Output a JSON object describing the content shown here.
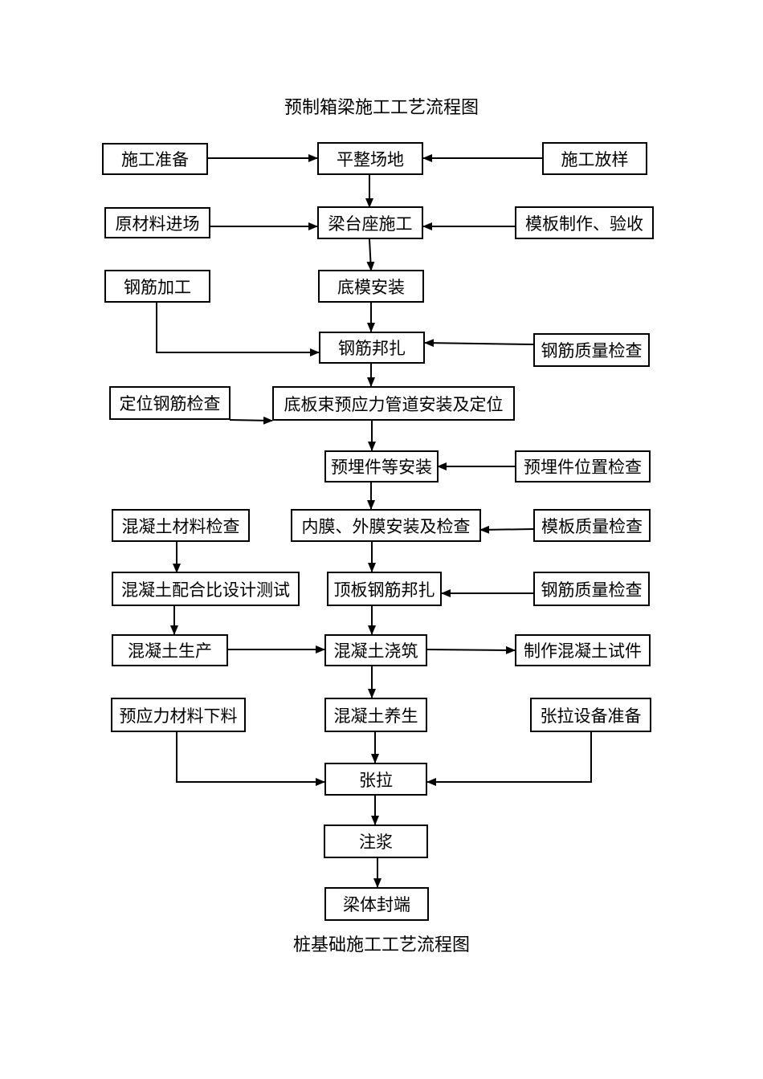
{
  "titles": {
    "top": "预制箱梁施工工艺流程图",
    "bottom": "桩基础施工工艺流程图"
  },
  "nodes": {
    "shigong_zhunbei": "施工准备",
    "pingzheng_changdi": "平整场地",
    "shigong_fangyang": "施工放样",
    "yuancailiao_jinchang": "原材料进场",
    "liangtaizuo_shigong": "梁台座施工",
    "muban_zhizuo_yanshou": "模板制作、验收",
    "gangjin_jiagong": "钢筋加工",
    "dimo_anzhuang": "底模安装",
    "gangjin_bangzha": "钢筋邦扎",
    "gangjin_zhiliang_jiancha_1": "钢筋质量检查",
    "dingwei_gangjin_jiancha": "定位钢筋检查",
    "diban_guandao": "底板束预应力管道安装及定位",
    "yumaijian_anzhuang": "预埋件等安装",
    "yumaijian_jiancha": "预埋件位置检查",
    "hunningtu_cailiao_jiancha": "混凝土材料检查",
    "neimo_waimo": "内膜、外膜安装及检查",
    "muban_zhiliang_jiancha": "模板质量检查",
    "peihebi_sheji": "混凝土配合比设计测试",
    "dingban_gangjin": "顶板钢筋邦扎",
    "gangjin_zhiliang_jiancha_2": "钢筋质量检查",
    "hunningtu_shengchan": "混凝土生产",
    "hunningtu_jiaozhu": "混凝土浇筑",
    "zhizuo_shijian": "制作混凝土试件",
    "yuyingli_xialiao": "预应力材料下料",
    "hunningtu_yangsheng": "混凝土养生",
    "zhangla_shebei": "张拉设备准备",
    "zhangla": "张拉",
    "zhujiang": "注浆",
    "liangti_fengduan": "梁体封端"
  },
  "edges": [
    [
      "shigong_zhunbei",
      "pingzheng_changdi"
    ],
    [
      "shigong_fangyang",
      "pingzheng_changdi"
    ],
    [
      "pingzheng_changdi",
      "liangtaizuo_shigong"
    ],
    [
      "yuancailiao_jinchang",
      "liangtaizuo_shigong"
    ],
    [
      "muban_zhizuo_yanshou",
      "liangtaizuo_shigong"
    ],
    [
      "liangtaizuo_shigong",
      "dimo_anzhuang"
    ],
    [
      "dimo_anzhuang",
      "gangjin_bangzha"
    ],
    [
      "gangjin_jiagong",
      "gangjin_bangzha"
    ],
    [
      "gangjin_zhiliang_jiancha_1",
      "gangjin_bangzha"
    ],
    [
      "gangjin_bangzha",
      "diban_guandao"
    ],
    [
      "dingwei_gangjin_jiancha",
      "diban_guandao"
    ],
    [
      "diban_guandao",
      "yumaijian_anzhuang"
    ],
    [
      "yumaijian_jiancha",
      "yumaijian_anzhuang"
    ],
    [
      "yumaijian_anzhuang",
      "neimo_waimo"
    ],
    [
      "muban_zhiliang_jiancha",
      "neimo_waimo"
    ],
    [
      "hunningtu_cailiao_jiancha",
      "peihebi_sheji"
    ],
    [
      "neimo_waimo",
      "dingban_gangjin"
    ],
    [
      "gangjin_zhiliang_jiancha_2",
      "dingban_gangjin"
    ],
    [
      "peihebi_sheji",
      "hunningtu_shengchan"
    ],
    [
      "dingban_gangjin",
      "hunningtu_jiaozhu"
    ],
    [
      "hunningtu_shengchan",
      "hunningtu_jiaozhu"
    ],
    [
      "hunningtu_jiaozhu",
      "zhizuo_shijian"
    ],
    [
      "hunningtu_jiaozhu",
      "hunningtu_yangsheng"
    ],
    [
      "hunningtu_yangsheng",
      "zhangla"
    ],
    [
      "yuyingli_xialiao",
      "zhangla"
    ],
    [
      "zhangla_shebei",
      "zhangla"
    ],
    [
      "zhangla",
      "zhujiang"
    ],
    [
      "zhujiang",
      "liangti_fengduan"
    ]
  ]
}
